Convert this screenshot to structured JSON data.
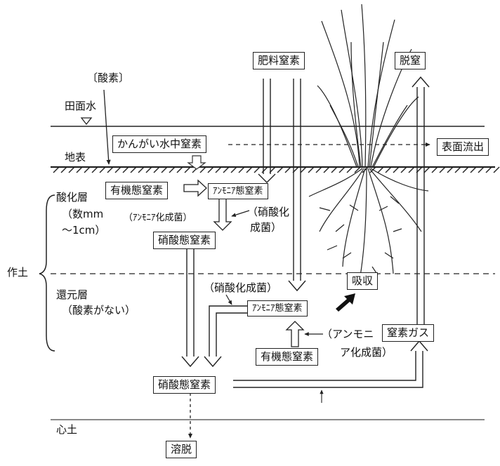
{
  "labels": {
    "oxygen": "〔酸素〕",
    "paddy_water": "田面水",
    "ground_surface": "地表",
    "oxidized_layer": "酸化層",
    "oxidized_depth": "（数mm",
    "oxidized_depth2": "～1cm）",
    "plow_layer": "作土",
    "reduced_layer": "還元層",
    "reduced_note": "（酸素がない）",
    "subsoil": "心土",
    "nitrifier_top": "（硝酸化",
    "nitrifier_top2": "成菌）",
    "ammonifier_top": "（ｱﾝﾓﾆｱ化成菌）",
    "nitrifier_mid": "（硝酸化成菌）",
    "ammonifier_bot": "（アンモニ",
    "ammonifier_bot2": "ア化成菌）"
  },
  "boxes": {
    "fertilizer_n": "肥料窒素",
    "denitrification": "脱窒",
    "irrigation_n": "かんがい水中窒素",
    "surface_runoff": "表面流出",
    "organic_n_top": "有機態窒素",
    "ammonium_n_top": "ｱﾝﾓﾆｱ態窒素",
    "nitrate_n_top": "硝酸態窒素",
    "absorption": "吸収",
    "ammonium_n_mid": "ｱﾝﾓﾆｱ態窒素",
    "nitrogen_gas": "窒素ガス",
    "organic_n_bot": "有機態窒素",
    "nitrate_n_bot": "硝酸態窒素",
    "leaching": "溶脱"
  }
}
